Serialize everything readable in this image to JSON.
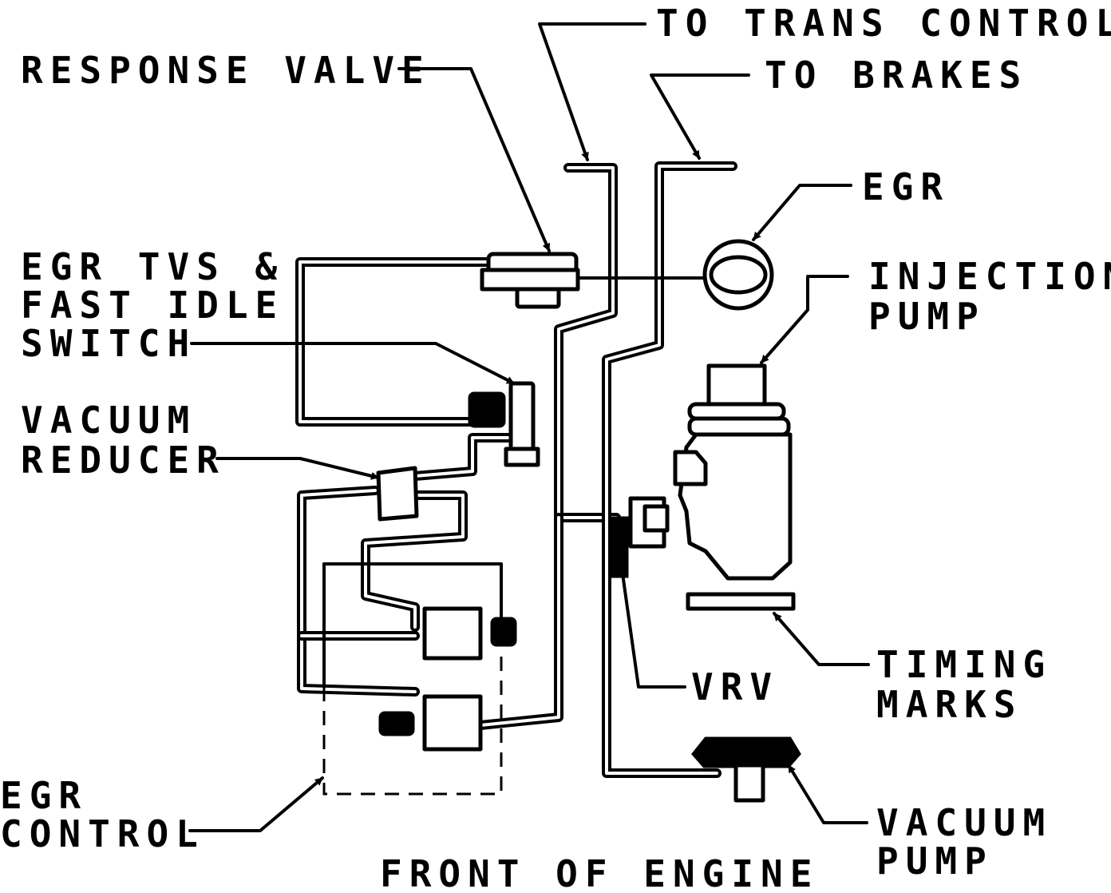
{
  "labels": {
    "trans_control": "TO TRANS CONTROL",
    "brakes": "TO BRAKES",
    "response_valve": "RESPONSE VALVE",
    "egr": "EGR",
    "egr_tvs_1": "EGR TVS &",
    "egr_tvs_2": "FAST IDLE",
    "egr_tvs_3": "SWITCH",
    "injection_pump_1": "INJECTION",
    "injection_pump_2": "PUMP",
    "vacuum_reducer_1": "VACUUM",
    "vacuum_reducer_2": "REDUCER",
    "vrv": "VRV",
    "timing_marks_1": "TIMING",
    "timing_marks_2": "MARKS",
    "egr_control_1": "EGR",
    "egr_control_2": "CONTROL",
    "vacuum_pump_1": "VACUUM",
    "vacuum_pump_2": "PUMP",
    "front_of_engine": "FRONT OF ENGINE"
  }
}
